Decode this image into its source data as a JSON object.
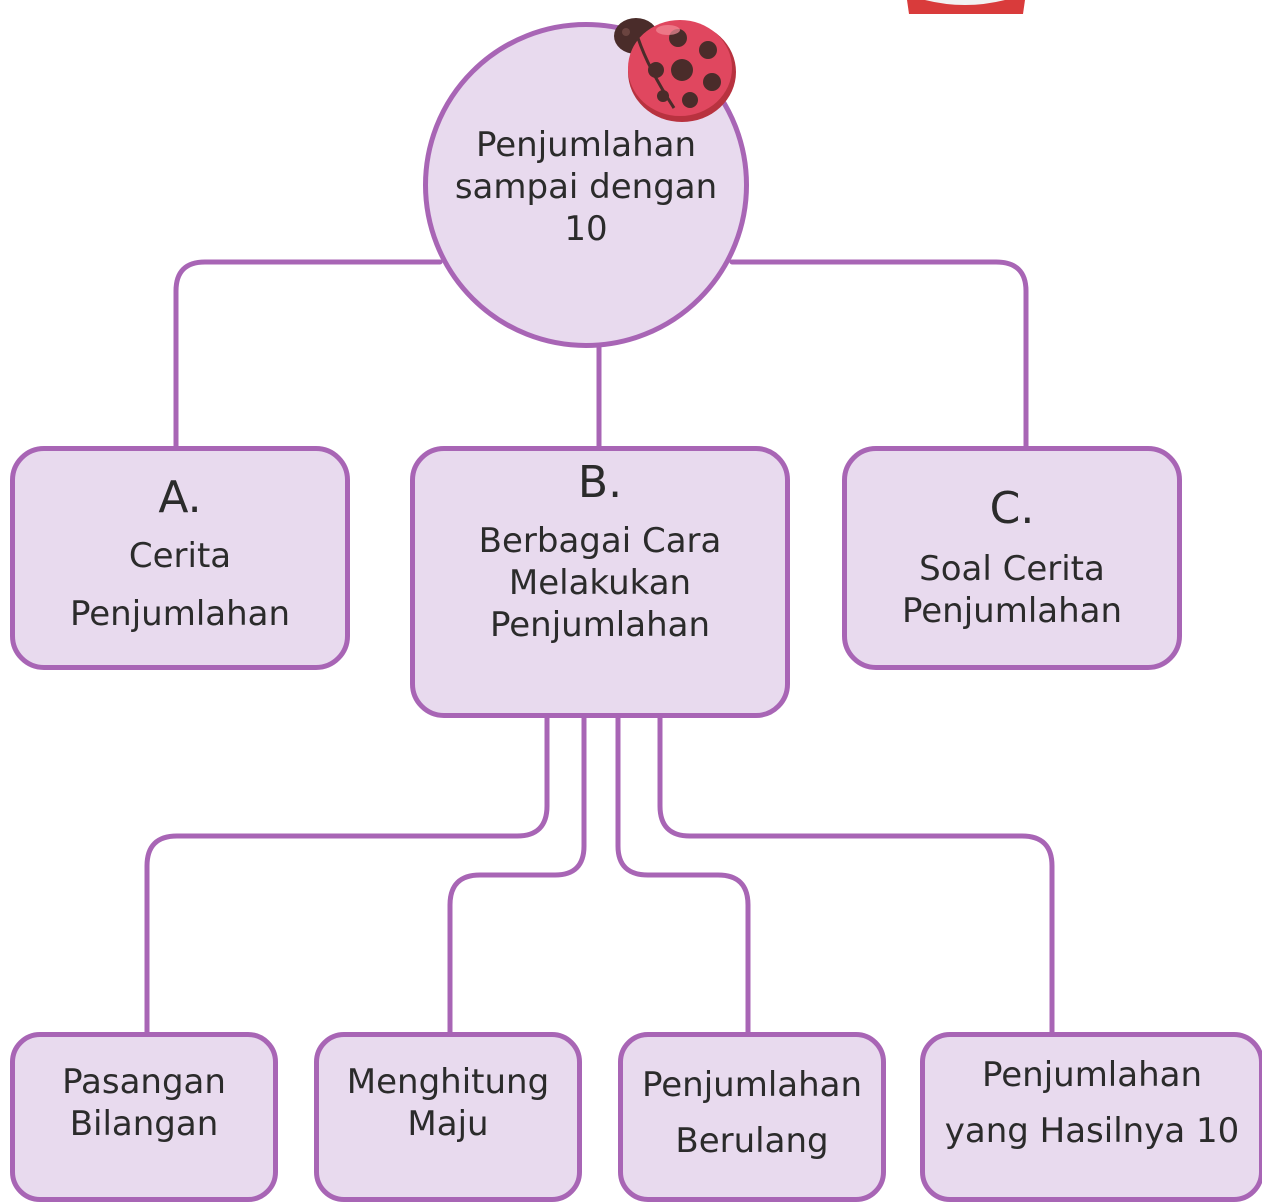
{
  "diagram": {
    "root": {
      "label": "Penjumlahan\nsampai dengan\n10"
    },
    "topics": [
      {
        "letter": "A.",
        "label": "Cerita\nPenjumlahan"
      },
      {
        "letter": "B.",
        "label": "Berbagai Cara\nMelakukan\nPenjumlahan"
      },
      {
        "letter": "C.",
        "label": "Soal Cerita\nPenjumlahan"
      }
    ],
    "subtopics": [
      {
        "label": "Pasangan\nBilangan"
      },
      {
        "label": "Menghitung\nMaju"
      },
      {
        "label": "Penjumlahan\nBerulang"
      },
      {
        "label": "Penjumlahan\nyang Hasilnya 10"
      }
    ]
  },
  "colors": {
    "node_fill": "#e8daee",
    "node_border": "#a865b5",
    "connector": "#a865b5",
    "ladybug_shell": "#e0475f",
    "ladybug_spots": "#4a2c2a",
    "text": "#2b2b2b"
  },
  "decorations": [
    "ladybug-icon"
  ]
}
